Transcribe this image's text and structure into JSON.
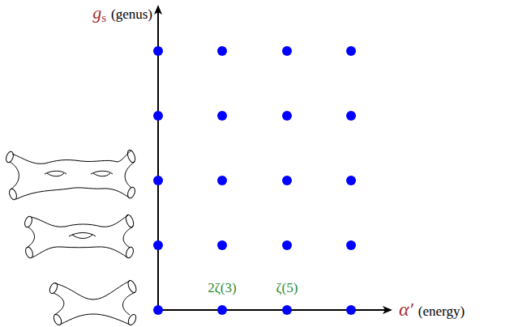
{
  "diagram": {
    "labels": [
      "g",
      "s",
      "(genus)",
      "α′",
      "(energy)",
      "2ζ(3)",
      "ζ(5)"
    ]
  }
}
